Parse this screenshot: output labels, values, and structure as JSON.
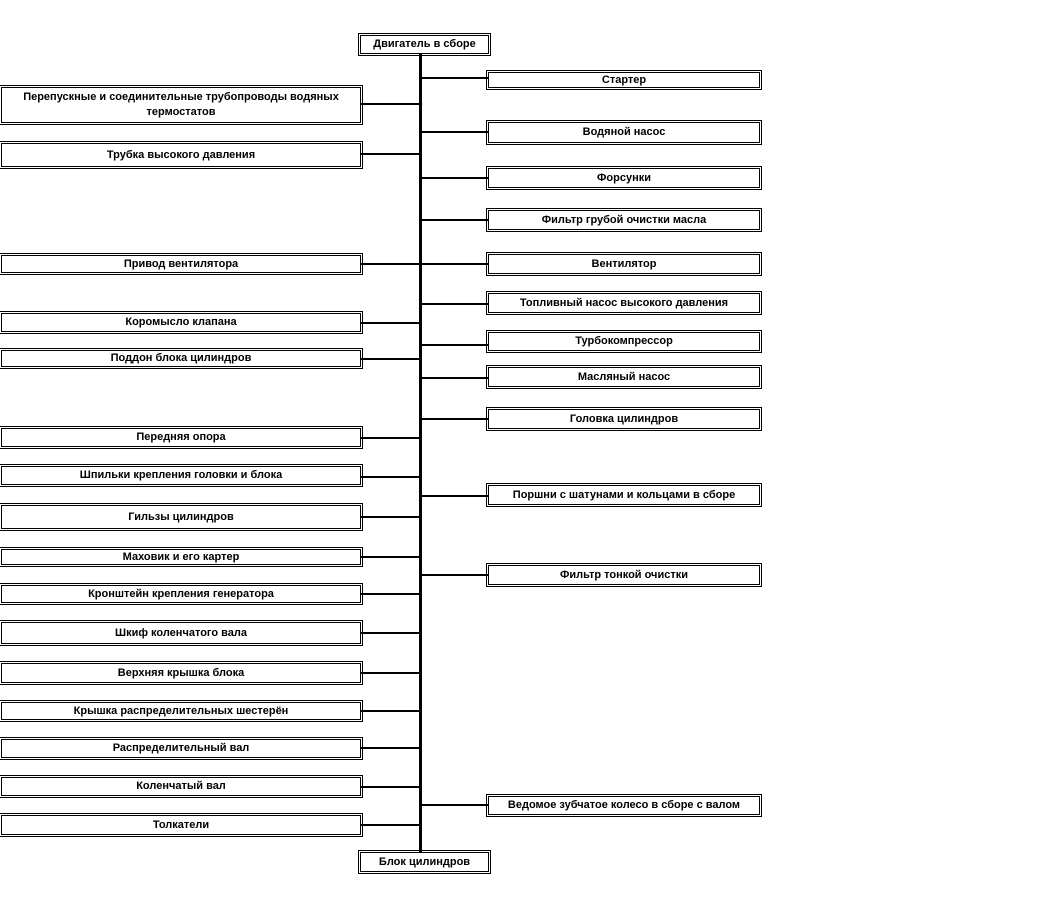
{
  "diagram": {
    "top": "Двигатель в сборе",
    "bottom": "Блок цилиндров",
    "left": [
      "Перепускные и соединительные трубопроводы водяных термостатов",
      "Трубка высокого давления",
      "Привод вентилятора",
      "Коромысло клапана",
      "Поддон блока цилиндров",
      "Передняя опора",
      "Шпильки крепления головки и блока",
      "Гильзы цилиндров",
      "Маховик и его картер",
      "Кронштейн крепления генератора",
      "Шкиф коленчатого вала",
      "Верхняя крышка блока",
      "Крышка распределительных шестерён",
      "Распределительный вал",
      "Коленчатый вал",
      "Толкатели"
    ],
    "right": [
      "Стартер",
      "Водяной насос",
      "Форсунки",
      "Фильтр грубой очистки масла",
      "Вентилятор",
      "Топливный насос высокого давления",
      "Турбокомпрессор",
      "Масляный насос",
      "Головка цилиндров",
      "Поршни с шатунами и кольцами в сборе",
      "Фильтр тонкой очистки",
      "Ведомое зубчатое колесо в сборе с валом"
    ]
  }
}
